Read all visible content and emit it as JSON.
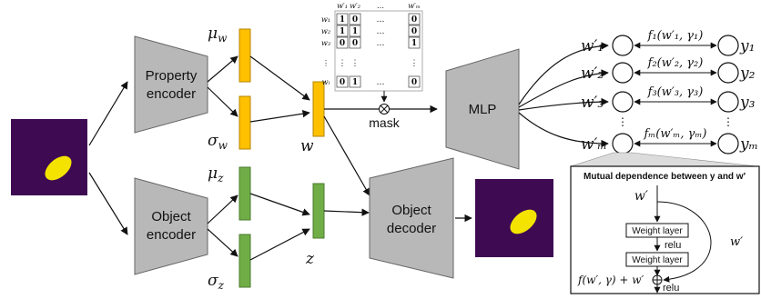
{
  "encoders": {
    "property": {
      "line1": "Property",
      "line2": "encoder"
    },
    "object": {
      "line1": "Object",
      "line2": "encoder"
    }
  },
  "decoder": {
    "line1": "Object",
    "line2": "decoder"
  },
  "mlp": {
    "label": "MLP"
  },
  "latents": {
    "mu_w": "μ",
    "mu_w_sub": "w",
    "sigma_w": "σ",
    "sigma_w_sub": "w",
    "w": "w",
    "mu_z": "μ",
    "mu_z_sub": "z",
    "sigma_z": "σ",
    "sigma_z_sub": "z",
    "z": "z"
  },
  "mask": {
    "label": "mask",
    "col_headers": [
      "w′₁",
      "w′₂",
      "…",
      "w′ₘ"
    ],
    "row_headers": [
      "w₁",
      "w₂",
      "w₃",
      "⋮",
      "wₗ"
    ],
    "rows": [
      [
        "1",
        "0",
        "…",
        "0"
      ],
      [
        "1",
        "1",
        "…",
        "0"
      ],
      [
        "0",
        "0",
        "…",
        "1"
      ],
      [
        "⋮",
        "⋮",
        "",
        "⋮"
      ],
      [
        "0",
        "1",
        "…",
        "0"
      ]
    ]
  },
  "outputs": {
    "left": [
      "w′₁",
      "w′₂",
      "w′₃",
      "w′ₘ"
    ],
    "right": [
      "y₁",
      "y₂",
      "y₃",
      "yₘ"
    ],
    "functions": [
      "f₁(w′₁, γ₁)",
      "f₂(w′₂, γ₂)",
      "f₃(w′₃, γ₃)",
      "fₘ(w′ₘ, γₘ)"
    ]
  },
  "inset": {
    "title": "Mutual dependence between y and w′",
    "input": "w′",
    "layer1": "Weight layer",
    "relu1": "relu",
    "layer2": "Weight layer",
    "relu2": "relu",
    "skip": "w′",
    "formula": "f(w′, γ) + w′"
  },
  "colors": {
    "block": "#b8b8b8",
    "block_stroke": "#666666",
    "orange": "#ffc000",
    "green": "#70ad47",
    "image_bg": "#3e0a52",
    "ellipse": "#f4e300"
  }
}
